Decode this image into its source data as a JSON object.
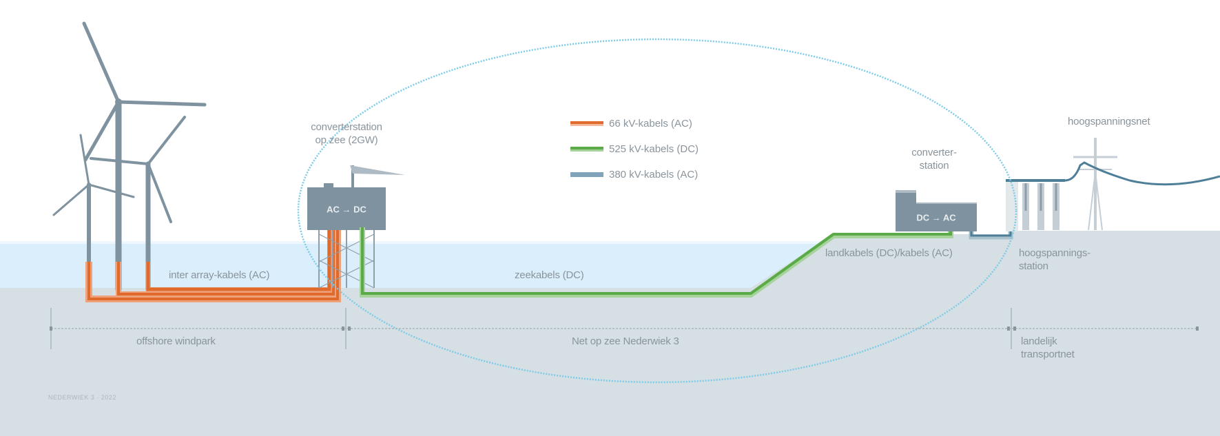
{
  "colors": {
    "sky": "#ffffff",
    "sea": "#dbeefb",
    "land": "#d6dfe3",
    "structure": "#7f929f",
    "cable_66kv_ac": "#e0692c",
    "cable_525kv_dc": "#5aaa47",
    "cable_380kv_ac": "#4f7f98",
    "ellipse": "#7ccbe9",
    "text": "#8a949c"
  },
  "legend": {
    "items": [
      {
        "label": "66 kV-kabels (AC)",
        "color": "#e0692c"
      },
      {
        "label": "525 kV-kabels (DC)",
        "color": "#5aaa47"
      },
      {
        "label": "380 kV-kabels (AC)",
        "color": "#7fa3b8"
      }
    ]
  },
  "labels": {
    "offshore_converter": "converterstation op zee (2GW)",
    "offshore_converter_line1": "converterstation",
    "offshore_converter_line2": "op zee (2GW)",
    "offshore_converter_box": "AC → DC",
    "onshore_converter_line1": "converter-",
    "onshore_converter_line2": "station",
    "onshore_converter_box": "DC → AC",
    "inter_array": "inter array-kabels (AC)",
    "zeekabels": "zeekabels (DC)",
    "landkabels": "landkabels (DC)/kabels (AC)",
    "hoogspanningsnet": "hoogspanningsnet",
    "hoogspanningsstation_line1": "hoogspannings-",
    "hoogspanningsstation_line2": "station"
  },
  "sections": [
    {
      "label": "offshore windpark"
    },
    {
      "label": "Net op zee Nederwiek 3"
    },
    {
      "label_line1": "landelijk",
      "label_line2": "transportnet"
    }
  ],
  "credit": "NEDERWIEK 3 · 2022"
}
